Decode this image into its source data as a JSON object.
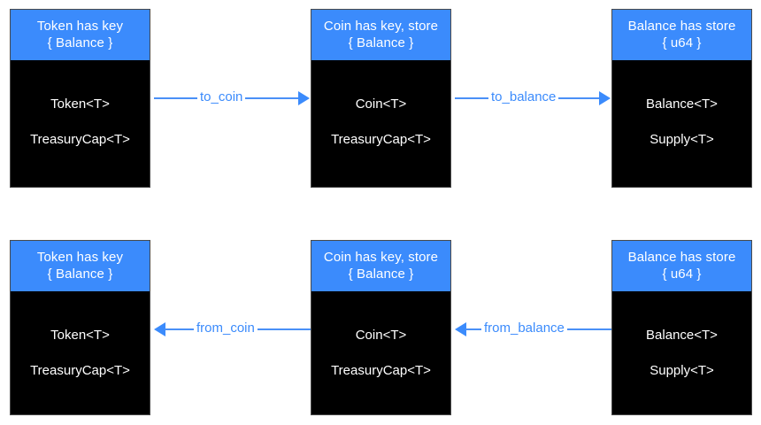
{
  "diagram": {
    "type": "flow-diagram",
    "background_color": "#ffffff",
    "accent_color": "#3b8bfc",
    "node_body_color": "#000000",
    "rows": [
      {
        "id": "forward-row",
        "direction": "left-to-right",
        "nodes": [
          {
            "id": "token-top",
            "header_line1": "Token has key",
            "header_line2": "{ Balance }",
            "body_line1": "Token<T>",
            "body_line2": "TreasuryCap<T>"
          },
          {
            "id": "coin-top",
            "header_line1": "Coin has key, store",
            "header_line2": "{ Balance }",
            "body_line1": "Coin<T>",
            "body_line2": "TreasuryCap<T>"
          },
          {
            "id": "balance-top",
            "header_line1": "Balance has store",
            "header_line2": "{ u64 }",
            "body_line1": "Balance<T>",
            "body_line2": "Supply<T>"
          }
        ],
        "edges": [
          {
            "id": "to-coin",
            "label": "to_coin",
            "from": "token-top",
            "to": "coin-top",
            "direction": "right"
          },
          {
            "id": "to-balance",
            "label": "to_balance",
            "from": "coin-top",
            "to": "balance-top",
            "direction": "right"
          }
        ]
      },
      {
        "id": "reverse-row",
        "direction": "right-to-left",
        "nodes": [
          {
            "id": "token-bottom",
            "header_line1": "Token has key",
            "header_line2": "{ Balance }",
            "body_line1": "Token<T>",
            "body_line2": "TreasuryCap<T>"
          },
          {
            "id": "coin-bottom",
            "header_line1": "Coin has key, store",
            "header_line2": "{ Balance }",
            "body_line1": "Coin<T>",
            "body_line2": "TreasuryCap<T>"
          },
          {
            "id": "balance-bottom",
            "header_line1": "Balance has store",
            "header_line2": "{ u64 }",
            "body_line1": "Balance<T>",
            "body_line2": "Supply<T>"
          }
        ],
        "edges": [
          {
            "id": "from-coin",
            "label": "from_coin",
            "from": "coin-bottom",
            "to": "token-bottom",
            "direction": "left"
          },
          {
            "id": "from-balance",
            "label": "from_balance",
            "from": "balance-bottom",
            "to": "coin-bottom",
            "direction": "left"
          }
        ]
      }
    ]
  }
}
